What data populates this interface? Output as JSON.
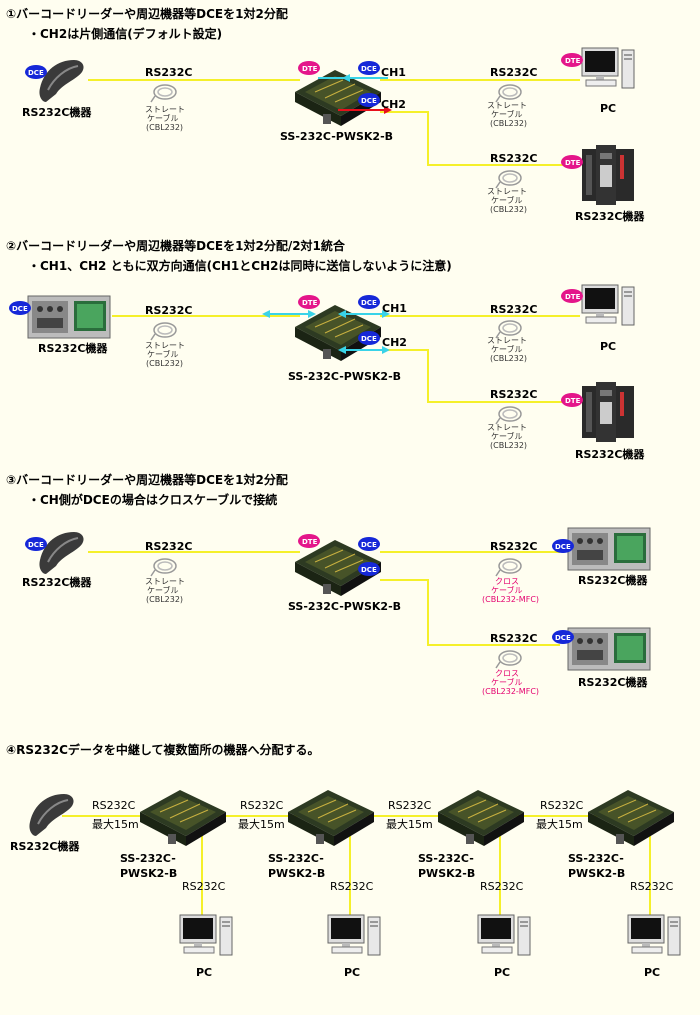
{
  "colors": {
    "line": "#f5f02a",
    "dte": "#e4168a",
    "dce": "#1628d8",
    "cyan": "#39d3e8",
    "red": "#e8101c",
    "cross": "#e4006e"
  },
  "badges": {
    "dte": "DTE",
    "dce": "DCE"
  },
  "common": {
    "rs232c": "RS232C",
    "straight": [
      "ストレート",
      "ケーブル",
      "(CBL232)"
    ],
    "cross": [
      "クロス",
      "ケーブル",
      "(CBL232-MFC)"
    ],
    "device": "SS-232C-PWSK2-B",
    "device_split": [
      "SS-232C-",
      "PWSK2-B"
    ],
    "rs232c_device": "RS232C機器",
    "pc": "PC",
    "ch1": "CH1",
    "ch2": "CH2",
    "max": "最大15m"
  },
  "sections": [
    {
      "title": "①バーコードリーダーや周辺機器等DCEを1対2分配",
      "note": "・CH2は片側通信(デフォルト設定)"
    },
    {
      "title": "②バーコードリーダーや周辺機器等DCEを1対2分配/2対1統合",
      "note": "・CH1、CH2 ともに双方向通信(CH1とCH2は同時に送信しないように注意)"
    },
    {
      "title": "③バーコードリーダーや周辺機器等DCEを1対2分配",
      "note": "・CH側がDCEの場合はクロスケーブルで接続"
    },
    {
      "title": "④RS232Cデータを中継して複数箇所の機器へ分配する。",
      "note": ""
    }
  ]
}
